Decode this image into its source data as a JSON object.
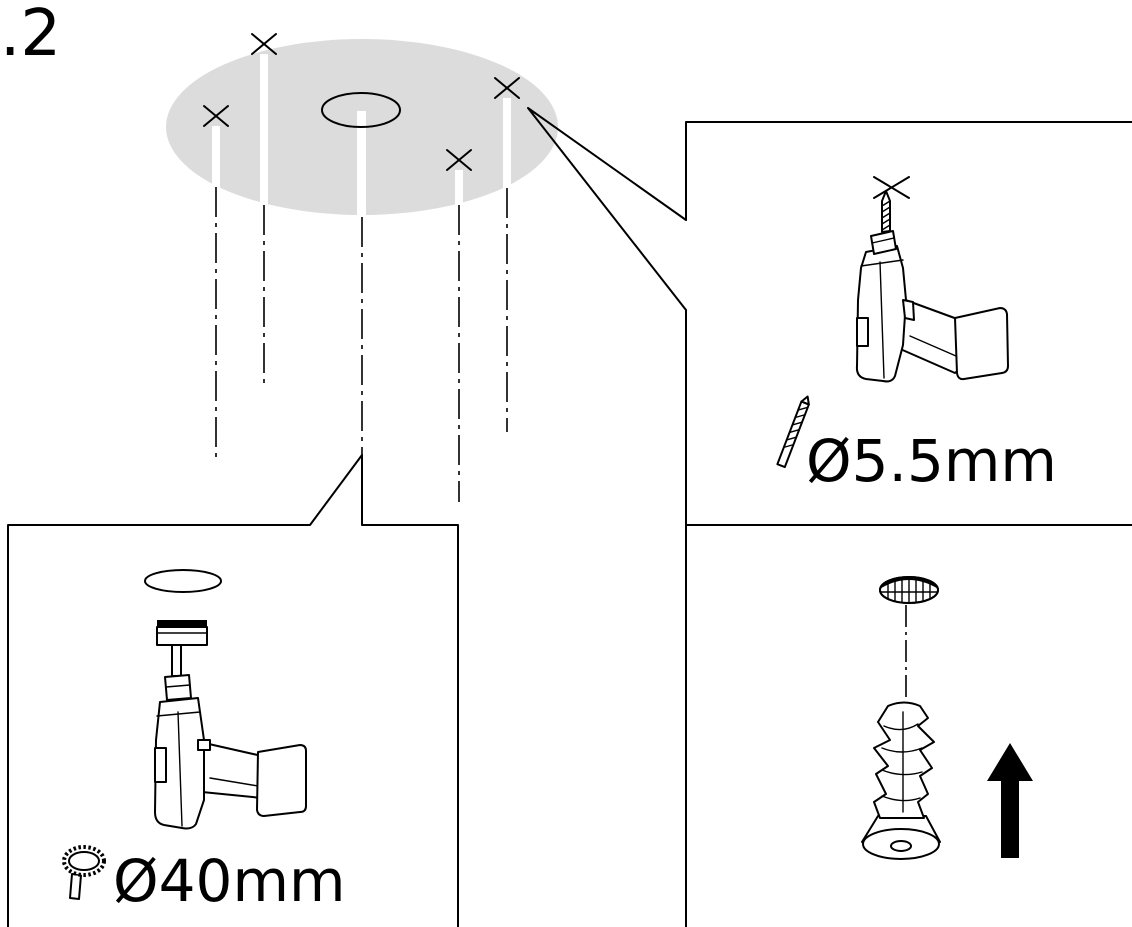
{
  "step": {
    "number": ".2"
  },
  "pilot_hole_callout": {
    "bit_size": "Ø5.5mm"
  },
  "center_hole_callout": {
    "saw_size": "Ø40mm"
  },
  "colors": {
    "ceiling": "#dcdcdc",
    "ink": "#000000"
  }
}
